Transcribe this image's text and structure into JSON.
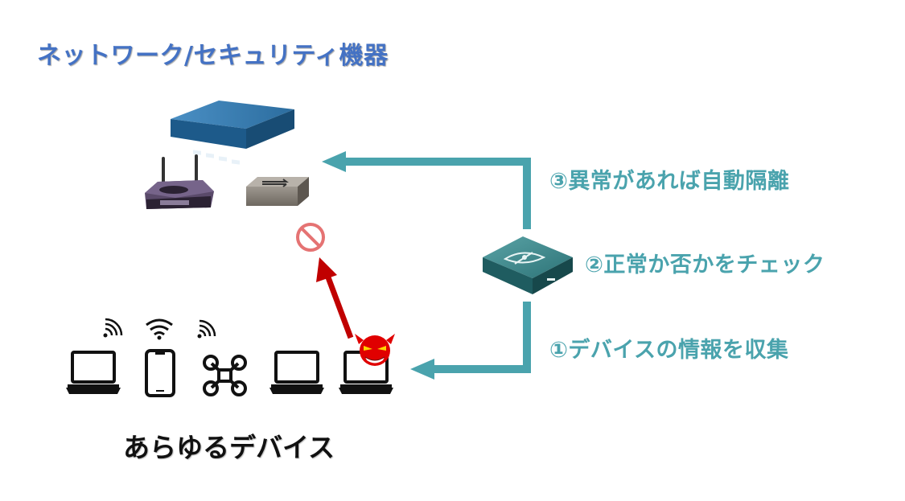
{
  "title": "ネットワーク/セキュリティ機器",
  "steps": {
    "step3": "③異常があれば自動隔離",
    "step2": "②正常か否かをチェック",
    "step1": "①デバイスの情報を収集"
  },
  "devices_label": "あらゆるデバイス",
  "colors": {
    "title": "#4472c4",
    "flow_arrow": "#4aa3ad",
    "blocked_arrow": "#c00000",
    "block_icon": "#e57373"
  }
}
